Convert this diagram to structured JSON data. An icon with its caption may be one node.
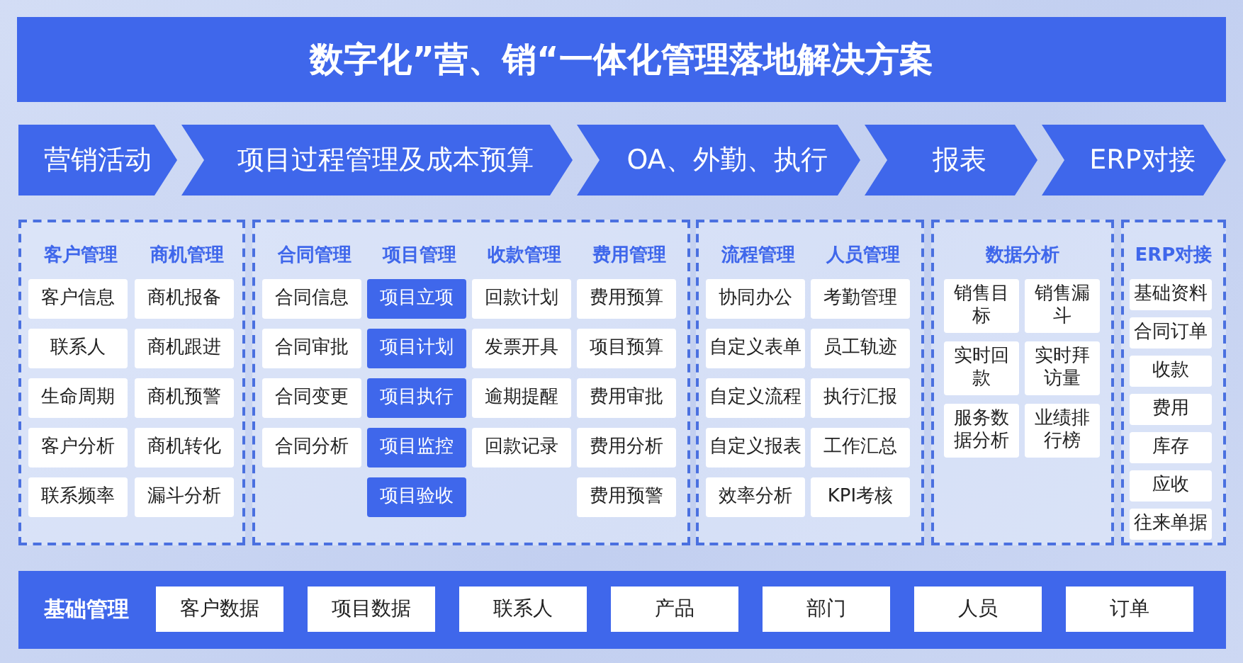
{
  "diagram": {
    "title": "数字化”营、销“一体化管理落地解决方案",
    "nodes": [
      {
        "text": [
          "营销活动"
        ]
      },
      {
        "text": [
          "项目过程管理及成本预算"
        ]
      },
      {
        "text": [
          "OA、外勤、执行"
        ]
      },
      {
        "text": [
          "报表"
        ]
      },
      {
        "text": [
          "ERP对接"
        ]
      },
      {
        "text": [
          "客户管理",
          "商机管理"
        ]
      },
      {
        "text": [
          "客户信息"
        ],
        "in": 5
      },
      {
        "text": [
          "商机报备"
        ],
        "in": 5
      },
      {
        "text": [
          "联系人"
        ],
        "in": 5
      },
      {
        "text": [
          "商机跟进"
        ],
        "in": 5
      },
      {
        "text": [
          "生命周期"
        ],
        "in": 5
      },
      {
        "text": [
          "商机预警"
        ],
        "in": 5
      },
      {
        "text": [
          "客户分析"
        ],
        "in": 5
      },
      {
        "text": [
          "商机转化"
        ],
        "in": 5
      },
      {
        "text": [
          "联系频率"
        ],
        "in": 5
      },
      {
        "text": [
          "漏斗分析"
        ],
        "in": 5
      },
      {
        "text": [
          "合同管理",
          "项目管理",
          "收款管理",
          "费用管理"
        ]
      },
      {
        "text": [
          "合同信息"
        ],
        "in": 16
      },
      {
        "text": [
          "项目立项"
        ],
        "in": 16
      },
      {
        "text": [
          "回款计划"
        ],
        "in": 16
      },
      {
        "text": [
          "费用预算"
        ],
        "in": 16
      },
      {
        "text": [
          "合同审批"
        ],
        "in": 16
      },
      {
        "text": [
          "项目计划"
        ],
        "in": 16
      },
      {
        "text": [
          "发票开具"
        ],
        "in": 16
      },
      {
        "text": [
          "项目预算"
        ],
        "in": 16
      },
      {
        "text": [
          "合同变更"
        ],
        "in": 16
      },
      {
        "text": [
          "项目执行"
        ],
        "in": 16
      },
      {
        "text": [
          "逾期提醒"
        ],
        "in": 16
      },
      {
        "text": [
          "费用审批"
        ],
        "in": 16
      },
      {
        "text": [
          "合同分析"
        ],
        "in": 16
      },
      {
        "text": [
          "项目监控"
        ],
        "in": 16
      },
      {
        "text": [
          "回款记录"
        ],
        "in": 16
      },
      {
        "text": [
          "费用分析"
        ],
        "in": 16
      },
      {
        "text": [
          "项目验收"
        ],
        "in": 16
      },
      {
        "text": [
          "费用预警"
        ],
        "in": 16
      },
      {
        "text": [
          "流程管理",
          "人员管理"
        ]
      },
      {
        "text": [
          "协同办公"
        ],
        "in": 35
      },
      {
        "text": [
          "考勤管理"
        ],
        "in": 35
      },
      {
        "text": [
          "自定义表单"
        ],
        "in": 35
      },
      {
        "text": [
          "员工轨迹"
        ],
        "in": 35
      },
      {
        "text": [
          "自定义流程"
        ],
        "in": 35
      },
      {
        "text": [
          "执行汇报"
        ],
        "in": 35
      },
      {
        "text": [
          "自定义报表"
        ],
        "in": 35
      },
      {
        "text": [
          "工作汇总"
        ],
        "in": 35
      },
      {
        "text": [
          "效率分析"
        ],
        "in": 35
      },
      {
        "text": [
          "KPI考核"
        ],
        "in": 35
      },
      {
        "text": [
          "数据分析"
        ]
      },
      {
        "text": [
          "销售目标"
        ],
        "in": 46
      },
      {
        "text": [
          "销售漏斗"
        ],
        "in": 46
      },
      {
        "text": [
          "实时回款"
        ],
        "in": 46
      },
      {
        "text": [
          "实时拜访量"
        ],
        "in": 46
      },
      {
        "text": [
          "服务数据分析"
        ],
        "in": 46
      },
      {
        "text": [
          "业绩排行榜"
        ],
        "in": 46
      },
      {
        "text": [
          "ERP对接"
        ]
      },
      {
        "text": [
          "基础资料"
        ],
        "in": 53
      },
      {
        "text": [
          "合同订单"
        ],
        "in": 53
      },
      {
        "text": [
          "收款"
        ],
        "in": 53
      },
      {
        "text": [
          "费用"
        ],
        "in": 53
      },
      {
        "text": [
          "库存"
        ],
        "in": 53
      },
      {
        "text": [
          "应收"
        ],
        "in": 53
      },
      {
        "text": [
          "往来单据"
        ],
        "in": 53
      },
      {
        "text": [
          "基础管理"
        ]
      },
      {
        "text": [
          "客户数据"
        ],
        "in": 61
      },
      {
        "text": [
          "项目数据"
        ],
        "in": 61
      },
      {
        "text": [
          "联系人"
        ],
        "in": 61
      },
      {
        "text": [
          "产品"
        ],
        "in": 61
      },
      {
        "text": [
          "部门"
        ],
        "in": 61
      },
      {
        "text": [
          "人员"
        ],
        "in": 61
      },
      {
        "text": [
          "订单"
        ],
        "in": 61
      }
    ],
    "edges": []
  }
}
